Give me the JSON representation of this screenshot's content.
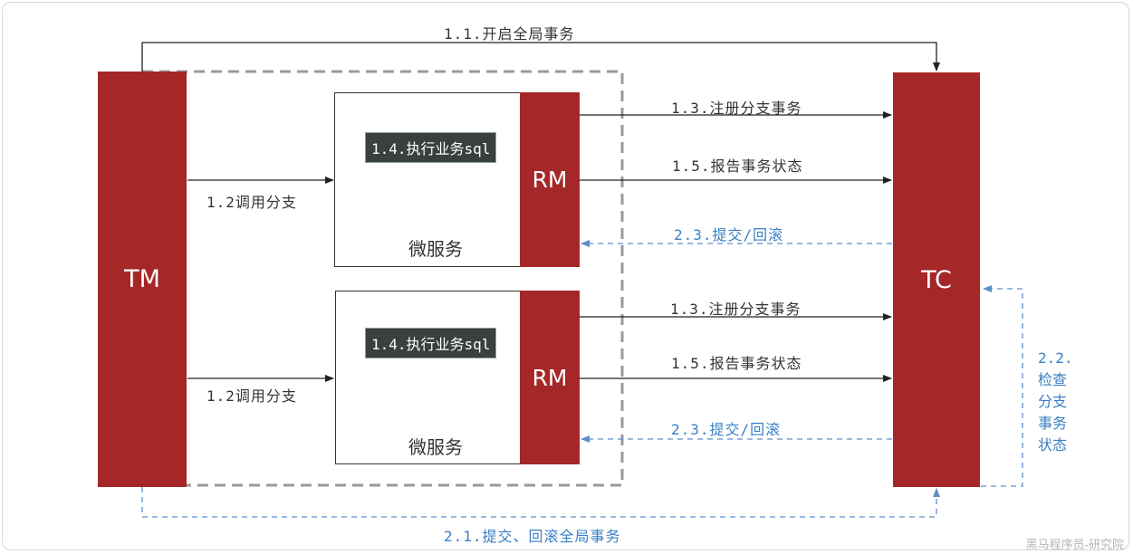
{
  "blocks": {
    "tm": "TM",
    "tc": "TC",
    "rm_top": "RM",
    "rm_bottom": "RM"
  },
  "services": {
    "top_label": "微服务",
    "bottom_label": "微服务",
    "top_sql": "1.4.执行业务sql",
    "bottom_sql": "1.4.执行业务sql"
  },
  "arrows": {
    "start_global": "1.1.开启全局事务",
    "call_branch_top": "1.2调用分支",
    "call_branch_bottom": "1.2调用分支",
    "register_top": "1.3.注册分支事务",
    "report_top": "1.5.报告事务状态",
    "commit_top": "2.3.提交/回滚",
    "register_bottom": "1.3.注册分支事务",
    "report_bottom": "1.5.报告事务状态",
    "commit_bottom": "2.3.提交/回滚",
    "commit_global": "2.1.提交、回滚全局事务"
  },
  "check_branch": [
    "2.2.",
    "检查",
    "分支",
    "事务",
    "状态"
  ],
  "watermark": "黑马程序员-研究院",
  "colors": {
    "block": "#a52727",
    "blue_dashed": "#5b8fc9",
    "blue_text": "#3a7fc4",
    "gray_dashed": "#9a9a9a"
  }
}
